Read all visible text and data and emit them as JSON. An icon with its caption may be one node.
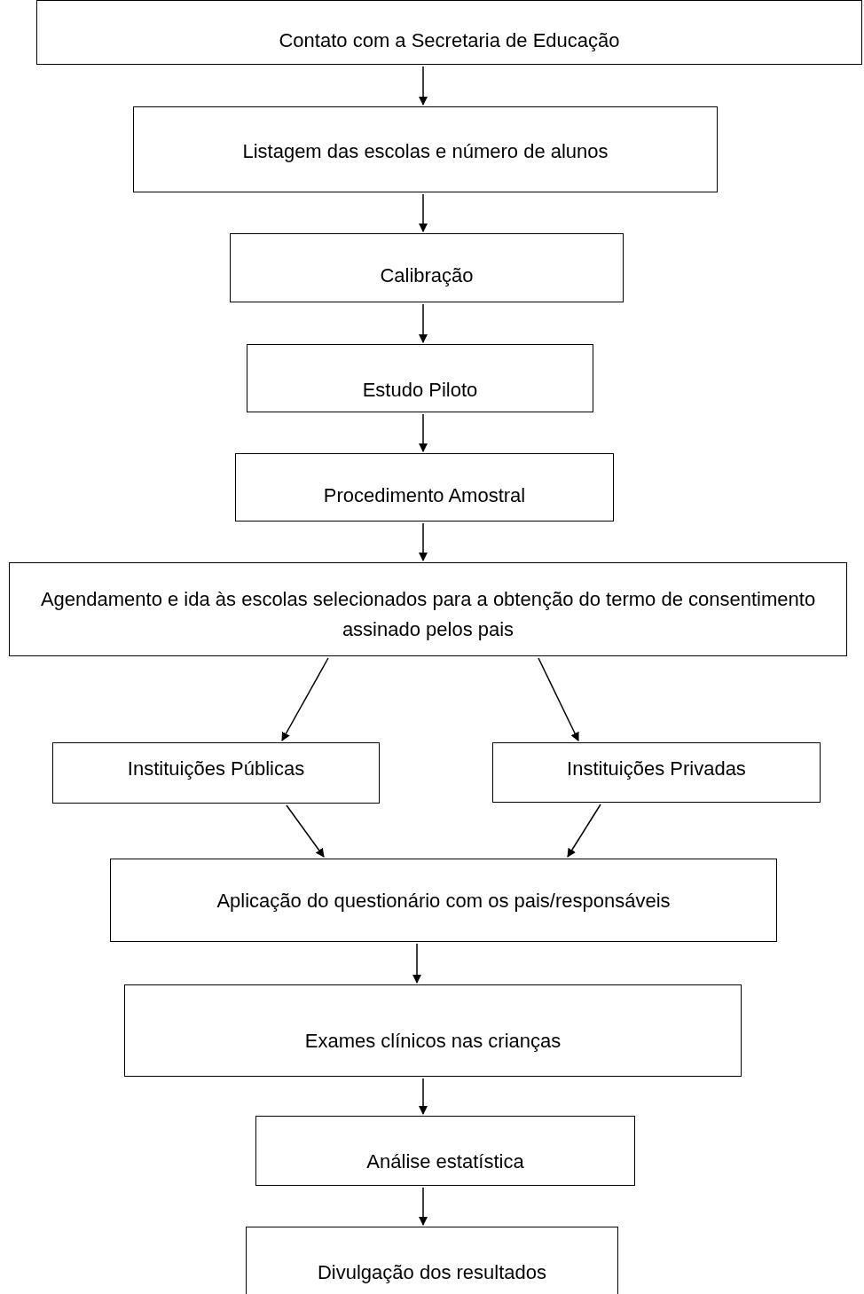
{
  "diagram": {
    "nodes": [
      {
        "text": [
          "Contato com a Secretaria de Educação"
        ]
      },
      {
        "text": [
          "Listagem das escolas e número de alunos"
        ]
      },
      {
        "text": [
          "Calibração"
        ]
      },
      {
        "text": [
          "Estudo Piloto"
        ]
      },
      {
        "text": [
          "Procedimento Amostral"
        ]
      },
      {
        "text": [
          "Agendamento e ida às escolas selecionados para a obtenção do termo de consentimento assinado pelos pais"
        ]
      },
      {
        "text": [
          "Instituições Públicas"
        ]
      },
      {
        "text": [
          "Instituições Privadas"
        ]
      },
      {
        "text": [
          "Aplicação do questionário com os pais/responsáveis"
        ]
      },
      {
        "text": [
          "Exames clínicos nas crianças"
        ]
      },
      {
        "text": [
          "Análise estatística"
        ]
      },
      {
        "text": [
          "Divulgação dos resultados"
        ]
      }
    ],
    "edges": [
      {
        "from": 0,
        "to": 1,
        "arrow": "to"
      },
      {
        "from": 1,
        "to": 2,
        "arrow": "to"
      },
      {
        "from": 2,
        "to": 3,
        "arrow": "to"
      },
      {
        "from": 3,
        "to": 4,
        "arrow": "to"
      },
      {
        "from": 4,
        "to": 5,
        "arrow": "to"
      },
      {
        "from": 5,
        "to": 6,
        "arrow": "to"
      },
      {
        "from": 5,
        "to": 7,
        "arrow": "to"
      },
      {
        "from": 6,
        "to": 8,
        "arrow": "to"
      },
      {
        "from": 7,
        "to": 8,
        "arrow": "to"
      },
      {
        "from": 8,
        "to": 9,
        "arrow": "to"
      },
      {
        "from": 9,
        "to": 10,
        "arrow": "to"
      },
      {
        "from": 10,
        "to": 11,
        "arrow": "to"
      }
    ]
  }
}
